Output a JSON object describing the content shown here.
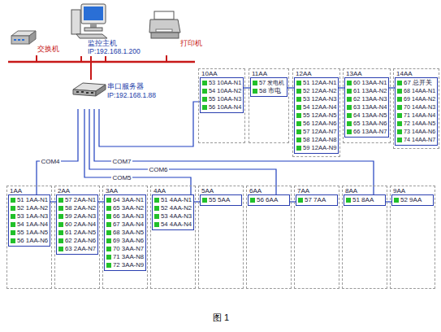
{
  "diagram": {
    "caption": "图 1",
    "nodes": [
      {
        "text": [
          "交换机"
        ]
      },
      {
        "text": [
          "监控主机",
          "IP:192.168.1.200"
        ]
      },
      {
        "text": [
          "打印机"
        ]
      },
      {
        "text": [
          "串口服务器",
          "IP:192.168.1.88"
        ]
      },
      {
        "text": [
          "10AA"
        ]
      },
      {
        "text": [
          "53 10AA-N1",
          "54 10AA-N2",
          "55 10AA-N3",
          "56 10AA-N4"
        ],
        "in": 4
      },
      {
        "text": [
          "11AA"
        ]
      },
      {
        "text": [
          "57 发电机",
          "58 市电"
        ],
        "in": 6
      },
      {
        "text": [
          "12AA"
        ]
      },
      {
        "text": [
          "51 12AA-N1",
          "52 12AA-N2",
          "53 12AA-N3",
          "54 12AA-N4",
          "55 12AA-N5",
          "56 12AA-N6",
          "57 12AA-N7",
          "58 12AA-N8",
          "59 12AA-N9"
        ],
        "in": 8
      },
      {
        "text": [
          "13AA"
        ]
      },
      {
        "text": [
          "60 13AA-N1",
          "61 13AA-N2",
          "62 13AA-N3",
          "63 13AA-N4",
          "64 13AA-N5",
          "65 13AA-N6",
          "66 13AA-N7"
        ],
        "in": 10
      },
      {
        "text": [
          "14AA"
        ]
      },
      {
        "text": [
          "67 总开关",
          "68 14AA-N1",
          "69 14AA-N2",
          "70 14AA-N3",
          "71 14AA-N4",
          "72 14AA-N5",
          "73 14AA-N6",
          "74 14AA-N7"
        ],
        "in": 12
      },
      {
        "text": [
          "1AA"
        ]
      },
      {
        "text": [
          "51 1AA-N1",
          "52 1AA-N2",
          "53 1AA-N3",
          "54 1AA-N4",
          "55 1AA-N5",
          "56 1AA-N6"
        ],
        "in": 14
      },
      {
        "text": [
          "2AA"
        ]
      },
      {
        "text": [
          "57 2AA-N1",
          "58 2AA-N2",
          "59 2AA-N3",
          "60 2AA-N4",
          "61 2AA-N5",
          "62 2AA-N6",
          "63 2AA-N7"
        ],
        "in": 16
      },
      {
        "text": [
          "3AA"
        ]
      },
      {
        "text": [
          "64 3AA-N1",
          "65 3AA-N2",
          "66 3AA-N3",
          "67 3AA-N4",
          "68 3AA-N5",
          "69 3AA-N6",
          "70 3AA-N7",
          "71 3AA-N8",
          "72 3AA-N9"
        ],
        "in": 18
      },
      {
        "text": [
          "4AA"
        ]
      },
      {
        "text": [
          "51 4AA-N1",
          "52 4AA-N2",
          "53 4AA-N3",
          "54 4AA-N4"
        ],
        "in": 20
      },
      {
        "text": [
          "5AA"
        ]
      },
      {
        "text": [
          "55 5AA"
        ],
        "in": 22
      },
      {
        "text": [
          "6AA"
        ]
      },
      {
        "text": [
          "56 6AA"
        ],
        "in": 24
      },
      {
        "text": [
          "7AA"
        ]
      },
      {
        "text": [
          "57 7AA"
        ],
        "in": 26
      },
      {
        "text": [
          "8AA"
        ]
      },
      {
        "text": [
          "51 8AA"
        ],
        "in": 28
      },
      {
        "text": [
          "9AA"
        ]
      },
      {
        "text": [
          "52 9AA"
        ],
        "in": 30
      }
    ],
    "edges": [
      {
        "from": 1,
        "to": 0,
        "arrow": "none"
      },
      {
        "from": 1,
        "to": 2,
        "arrow": "none"
      },
      {
        "from": 1,
        "to": 3,
        "arrow": "none"
      },
      {
        "from": 3,
        "to": 5,
        "arrow": "none"
      },
      {
        "from": 5,
        "to": 7,
        "arrow": "none"
      },
      {
        "from": 7,
        "to": 9,
        "arrow": "none"
      },
      {
        "from": 9,
        "to": 11,
        "arrow": "none"
      },
      {
        "from": 11,
        "to": 13,
        "arrow": "none"
      },
      {
        "from": 3,
        "to": 15,
        "label": "COM4",
        "arrow": "none"
      },
      {
        "from": 15,
        "to": 17,
        "arrow": "none"
      },
      {
        "from": 17,
        "to": 19,
        "arrow": "none"
      },
      {
        "from": 3,
        "to": 21,
        "label": "COM5",
        "arrow": "none"
      },
      {
        "from": 21,
        "to": 23,
        "arrow": "none"
      },
      {
        "from": 3,
        "to": 25,
        "label": "COM6",
        "arrow": "none"
      },
      {
        "from": 25,
        "to": 27,
        "arrow": "none"
      },
      {
        "from": 3,
        "to": 29,
        "label": "COM7",
        "arrow": "none"
      },
      {
        "from": 29,
        "to": 31,
        "arrow": "none"
      }
    ]
  }
}
